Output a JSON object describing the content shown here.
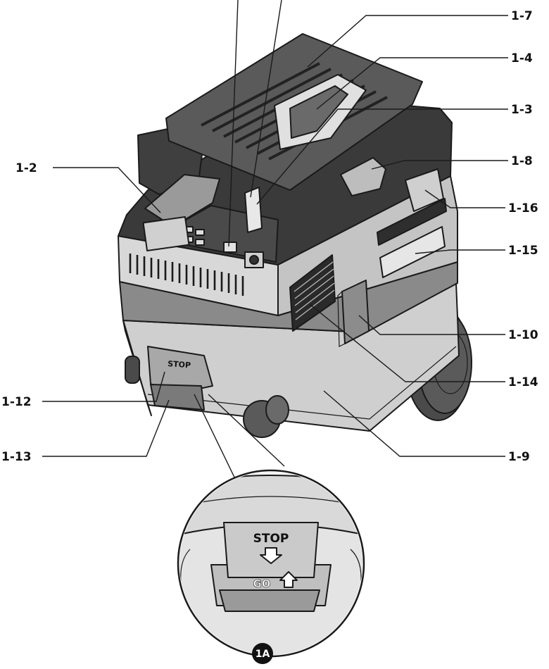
{
  "figure": {
    "callouts": [
      {
        "id": "c17",
        "label": "1-7"
      },
      {
        "id": "c14",
        "label": "1-4"
      },
      {
        "id": "c13",
        "label": "1-3"
      },
      {
        "id": "c12",
        "label": "1-2"
      },
      {
        "id": "c18",
        "label": "1-8"
      },
      {
        "id": "c116",
        "label": "1-16"
      },
      {
        "id": "c115",
        "label": "1-15"
      },
      {
        "id": "c110",
        "label": "1-10"
      },
      {
        "id": "c114",
        "label": "1-14"
      },
      {
        "id": "c112",
        "label": "1-12"
      },
      {
        "id": "c113",
        "label": "1-13"
      },
      {
        "id": "c19",
        "label": "1-9"
      }
    ],
    "detail": {
      "badge": "1A",
      "stop_text": "STOP",
      "go_text": "GO"
    },
    "product_marks": {
      "lever_text": "STOP"
    },
    "colors": {
      "outline": "#1a1a1a",
      "dark_body": "#3a3a3a",
      "mid_gray": "#8c8c8c",
      "light_gray": "#d4d4d4",
      "silver": "#c2c2c2"
    }
  }
}
